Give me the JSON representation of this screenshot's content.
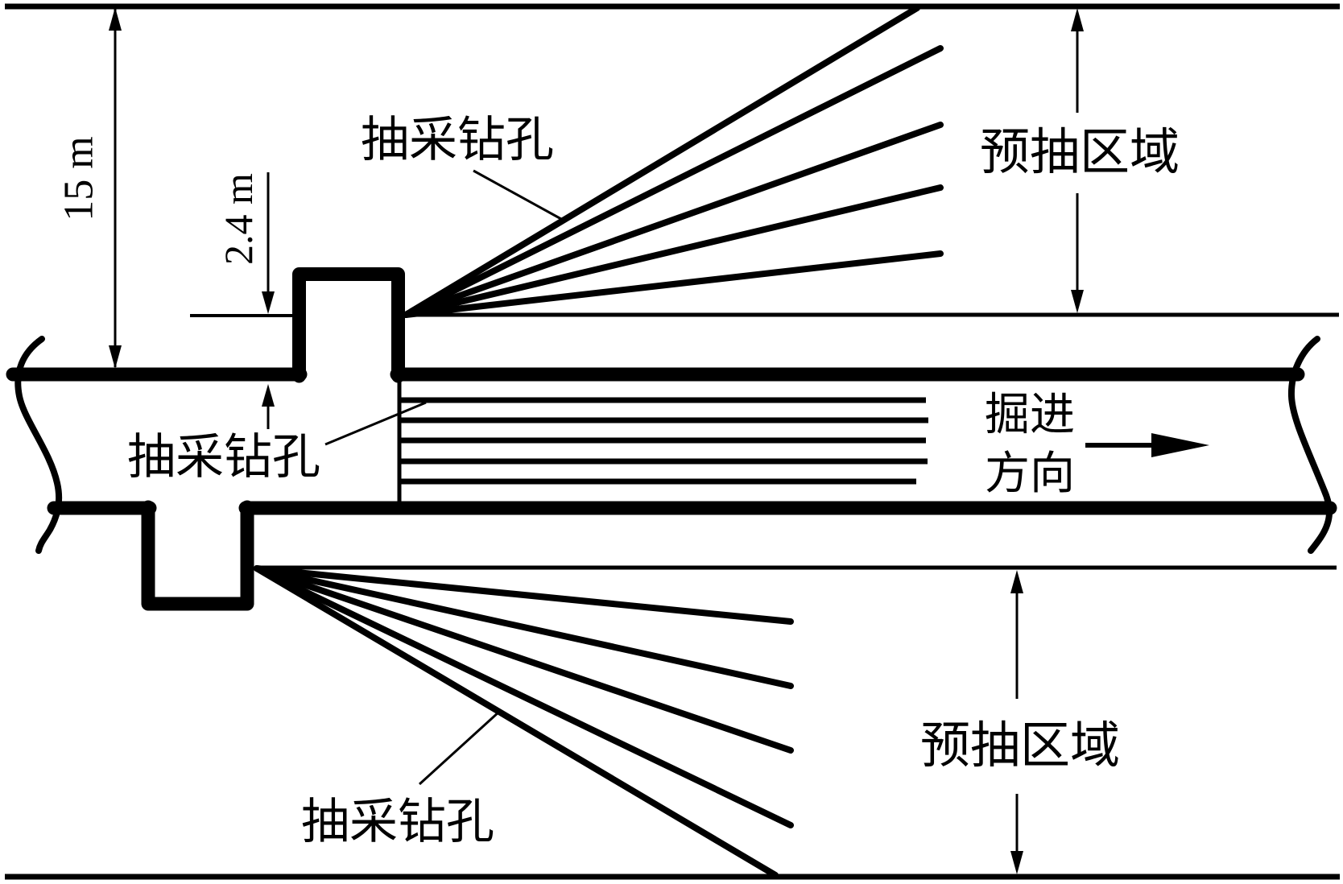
{
  "diagram": {
    "kind": "mine-roadway-predrainage-borehole-layout",
    "background_color": "#ffffff",
    "line_color": "#000000"
  },
  "labels": {
    "drainage_borehole": "抽采钻孔",
    "predrainage_zone": "预抽区域",
    "heading_direction": [
      "掘进",
      "方向"
    ]
  },
  "dimensions": {
    "zone_boundary_offset": "15 m",
    "borehole_collar_offset": "2.4 m"
  },
  "icons": {
    "dimension_arrows": "thin double-ended dimension arrowheads",
    "direction_arrow": "solid right-pointing arrow for heading direction"
  }
}
